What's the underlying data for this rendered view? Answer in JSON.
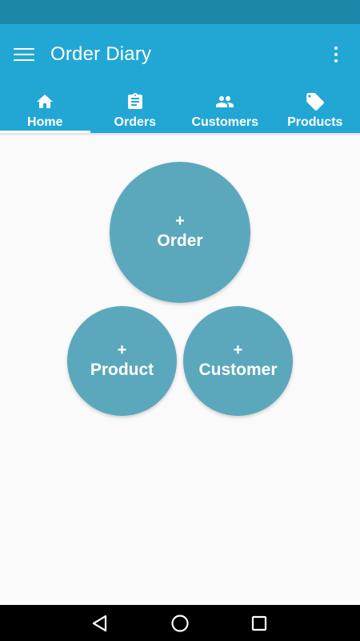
{
  "app_bar": {
    "title": "Order Diary",
    "menu_icon": "hamburger-menu-icon",
    "overflow_icon": "more-vertical-icon"
  },
  "tabs": [
    {
      "label": "Home",
      "icon": "home-icon",
      "selected": true
    },
    {
      "label": "Orders",
      "icon": "clipboard-icon",
      "selected": false
    },
    {
      "label": "Customers",
      "icon": "people-icon",
      "selected": false
    },
    {
      "label": "Products",
      "icon": "tag-icon",
      "selected": false
    }
  ],
  "actions": {
    "order": {
      "plus": "+",
      "label": "Order"
    },
    "product": {
      "plus": "+",
      "label": "Product"
    },
    "customer": {
      "plus": "+",
      "label": "Customer"
    }
  },
  "nav_bar": {
    "back_icon": "back-triangle-icon",
    "home_icon": "home-circle-icon",
    "recents_icon": "recents-square-icon"
  },
  "colors": {
    "status_bar": "#1c87a8",
    "primary": "#22a7d4",
    "action_circle": "#5ba8bd",
    "background": "#fafafa"
  }
}
